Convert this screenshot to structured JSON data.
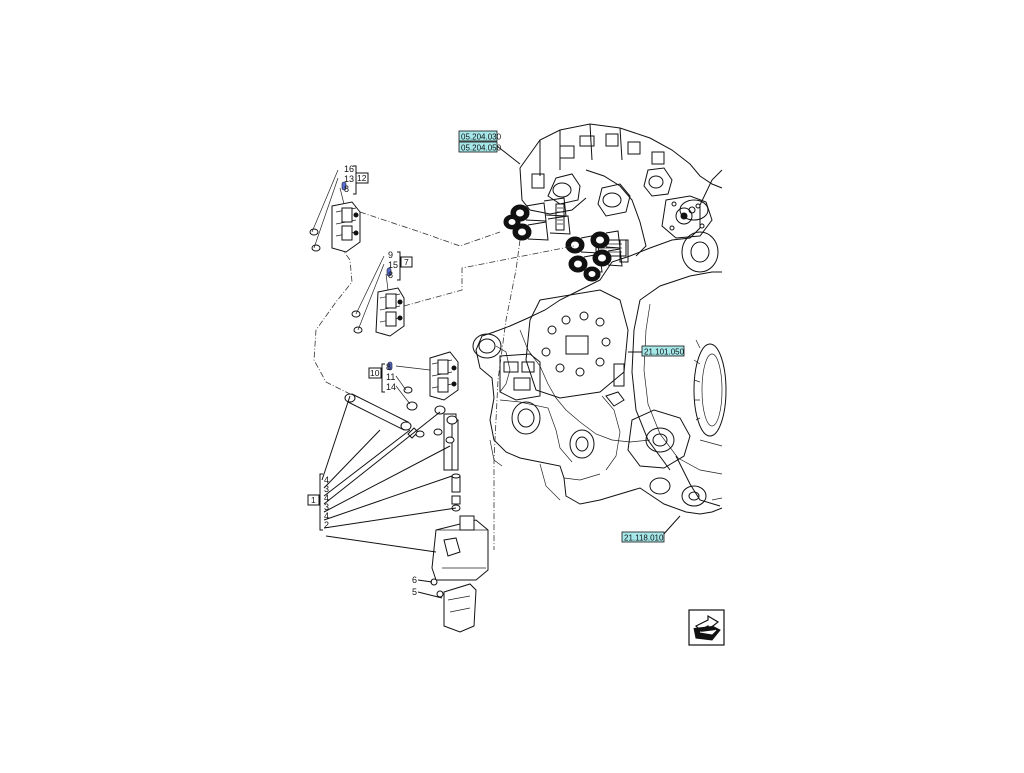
{
  "references": {
    "r05_204_030": "05.204.030",
    "r05_204_050": "05.204.050",
    "r21_101_050": "21.101.050",
    "r21_118_010": "21.118.010"
  },
  "colors": {
    "reference_fill": "#a6e8ea",
    "highlight_part": "#5b6fd6",
    "line": "#111111"
  },
  "callouts": {
    "group_12": {
      "box": "12",
      "items": [
        "16",
        "13",
        "8"
      ]
    },
    "group_7": {
      "box": "7",
      "items": [
        "9",
        "15",
        "8"
      ]
    },
    "group_10": {
      "box": "10",
      "items": [
        "8",
        "11",
        "14"
      ]
    },
    "group_1": {
      "box": "1",
      "items": [
        "4",
        "3",
        "4",
        "3",
        "4",
        "2"
      ]
    },
    "loose": [
      "6",
      "5"
    ]
  },
  "nav_icon": "next-page-arrow-icon"
}
